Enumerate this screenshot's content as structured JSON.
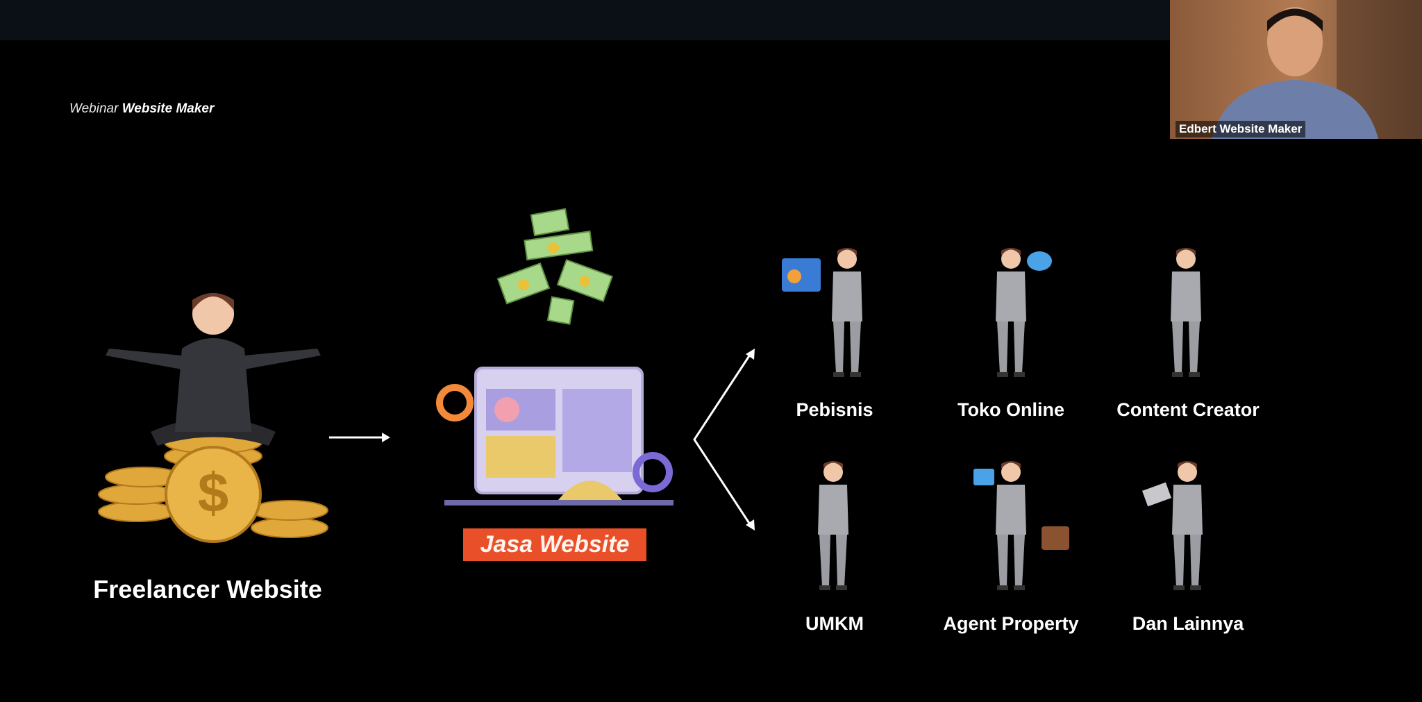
{
  "slide": {
    "brand_prefix": "Webinar",
    "brand_name": "Website Maker",
    "freelancer_label": "Freelancer Website",
    "service_label": "Jasa Website",
    "service_color": "#e9502a",
    "targets": [
      "Pebisnis",
      "Toko Online",
      "Content Creator",
      "UMKM",
      "Agent Property",
      "Dan Lainnya"
    ]
  },
  "video": {
    "participant_name": "Edbert Website Maker"
  }
}
